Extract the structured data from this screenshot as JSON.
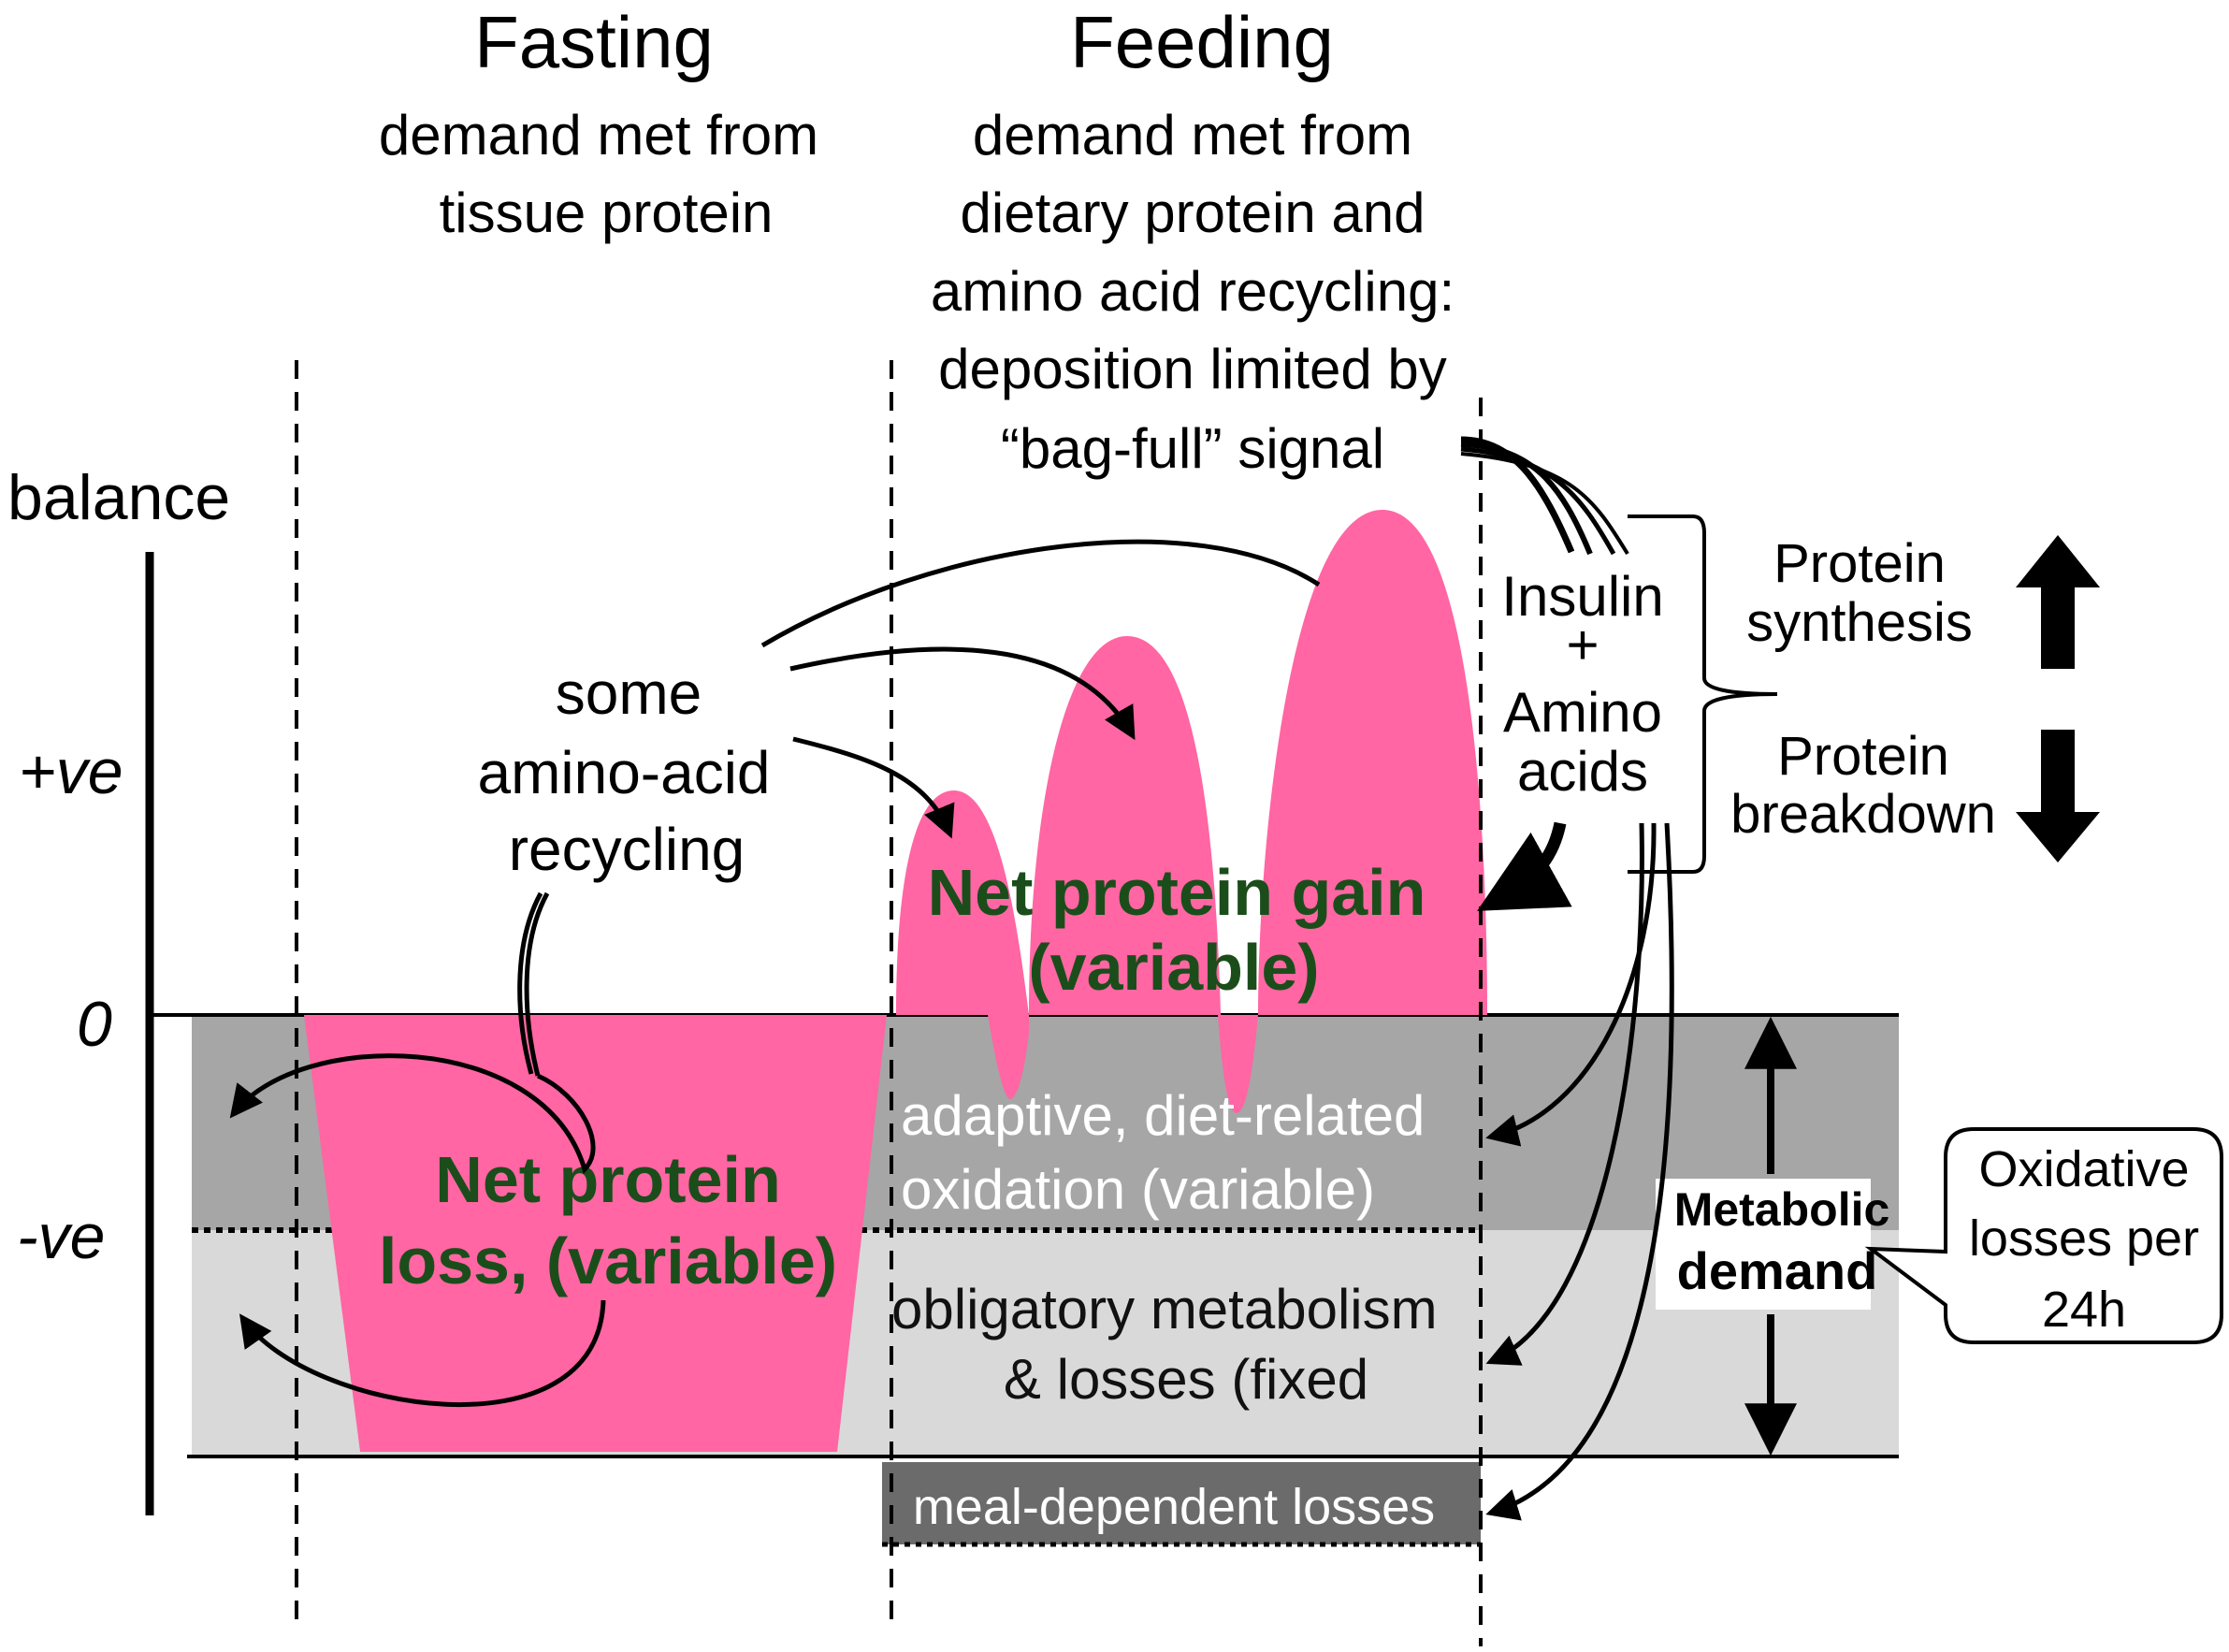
{
  "fasting": {
    "title": "Fasting",
    "line1": "demand met from",
    "line2": "tissue protein"
  },
  "feeding": {
    "title": "Feeding",
    "line1": "demand met from",
    "line2": "dietary protein and",
    "line3": "amino acid recycling:",
    "line4": "deposition limited by",
    "line5": "“bag-full” signal"
  },
  "axis": {
    "label": "balance",
    "positive": "+ve",
    "zero": "0",
    "negative": "-ve"
  },
  "recycling": {
    "line1": "some",
    "line2": "amino-acid",
    "line3": "recycling"
  },
  "gain": {
    "line1": "Net protein gain",
    "line2": "(variable)"
  },
  "loss": {
    "line1": "Net protein",
    "line2": "loss, (variable)"
  },
  "oxidation": {
    "line1": "adaptive, diet-related",
    "line2": "oxidation (variable)"
  },
  "obligatory": {
    "line1": "obligatory metabolism",
    "line2": "& losses (fixed"
  },
  "meal_losses": "meal-dependent losses",
  "signal": {
    "line1": "Insulin",
    "line2": "+",
    "line3": "Amino",
    "line4": "acids"
  },
  "synthesis": {
    "line1": "Protein",
    "line2": "synthesis"
  },
  "breakdown": {
    "line1": "Protein",
    "line2": "breakdown"
  },
  "metabolic_demand": {
    "line1": "Metabolic",
    "line2": "demand"
  },
  "bubble": {
    "line1": "Oxidative",
    "line2": "losses per",
    "line3": "24h"
  },
  "colors": {
    "pink": "#ff66a3",
    "dark_gray": "#a6a6a6",
    "light_gray": "#d9d9d9",
    "meal_box": "#6b6b6b",
    "green_text": "#1b4d1b"
  }
}
